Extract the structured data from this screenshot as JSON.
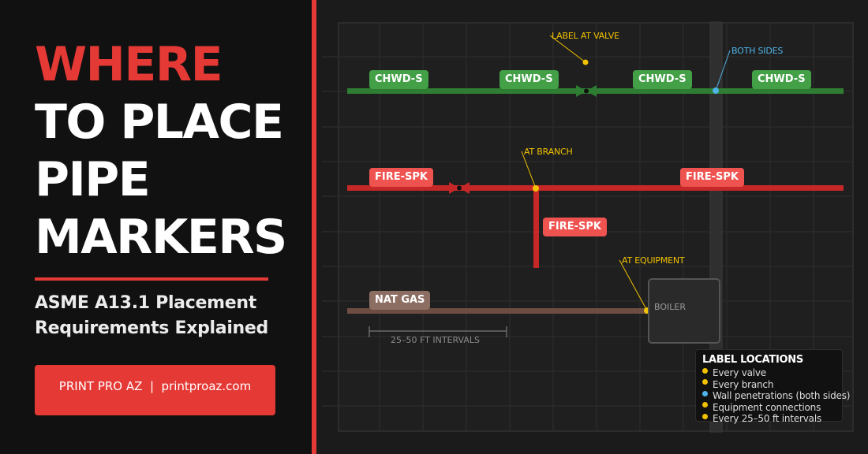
{
  "header": {
    "title_line1": "WHERE",
    "title_line2": "TO PLACE",
    "title_line3": "PIPE",
    "title_line4": "MARKERS",
    "subtitle_line1": "ASME A13.1 Placement",
    "subtitle_line2": "Requirements Explained"
  },
  "cta": {
    "label": "PRINT PRO AZ  |  printproaz.com"
  },
  "colors": {
    "accent": "#e53935",
    "chilled_water": "#43a047",
    "chilled_water_pipe": "#2e7d32",
    "fire_sprinkler": "#ef5350",
    "fire_sprinkler_pipe": "#c62828",
    "natural_gas": "#8d6e63",
    "natural_gas_pipe": "#6d4c41",
    "callout_yellow": "#f2c200",
    "callout_blue": "#4fb3e8"
  },
  "diagram": {
    "pipes": [
      {
        "name": "CHWD-S",
        "labels": [
          "CHWD-S",
          "CHWD-S",
          "CHWD-S",
          "CHWD-S"
        ]
      },
      {
        "name": "FIRE-SPK",
        "labels": [
          "FIRE-SPK",
          "FIRE-SPK",
          "FIRE-SPK"
        ]
      },
      {
        "name": "NAT GAS",
        "labels": [
          "NAT GAS"
        ]
      }
    ],
    "callouts": {
      "valve": "LABEL AT VALVE",
      "wall": "BOTH SIDES",
      "branch": "AT BRANCH",
      "equipment": "AT EQUIPMENT"
    },
    "interval_label": "25–50 FT INTERVALS",
    "equipment_label": "BOILER"
  },
  "legend": {
    "title": "LABEL LOCATIONS",
    "items": [
      {
        "label": "Every valve",
        "color": "#f2c200"
      },
      {
        "label": "Every branch",
        "color": "#f2c200"
      },
      {
        "label": "Wall penetrations (both sides)",
        "color": "#4fb3e8"
      },
      {
        "label": "Equipment connections",
        "color": "#f2c200"
      },
      {
        "label": "Every 25–50 ft intervals",
        "color": "#f2c200"
      }
    ]
  }
}
